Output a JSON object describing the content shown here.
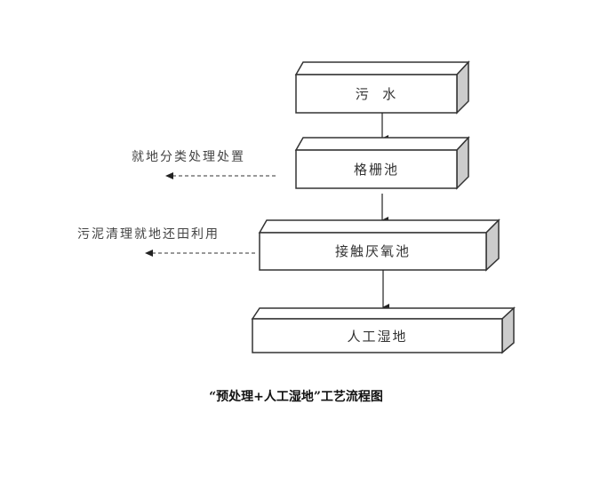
{
  "diagram": {
    "caption": "“预处理+人工湿地”工艺流程图",
    "nodes": [
      {
        "id": "sewage",
        "label": "污  水"
      },
      {
        "id": "grid-tank",
        "label": "格栅池"
      },
      {
        "id": "anaerobic-tank",
        "label": "接触厌氧池"
      },
      {
        "id": "wetland",
        "label": "人工湿地"
      }
    ],
    "side_outputs": [
      {
        "from": "grid-tank",
        "label": "就地分类处理处置"
      },
      {
        "from": "anaerobic-tank",
        "label": "污泥清理就地还田利用"
      }
    ],
    "edges": [
      {
        "from": "sewage",
        "to": "grid-tank"
      },
      {
        "from": "grid-tank",
        "to": "anaerobic-tank"
      },
      {
        "from": "anaerobic-tank",
        "to": "wetland"
      }
    ],
    "colors": {
      "stroke": "#333333",
      "box_fill": "#ffffff",
      "side_fill": "#cccccc"
    }
  }
}
